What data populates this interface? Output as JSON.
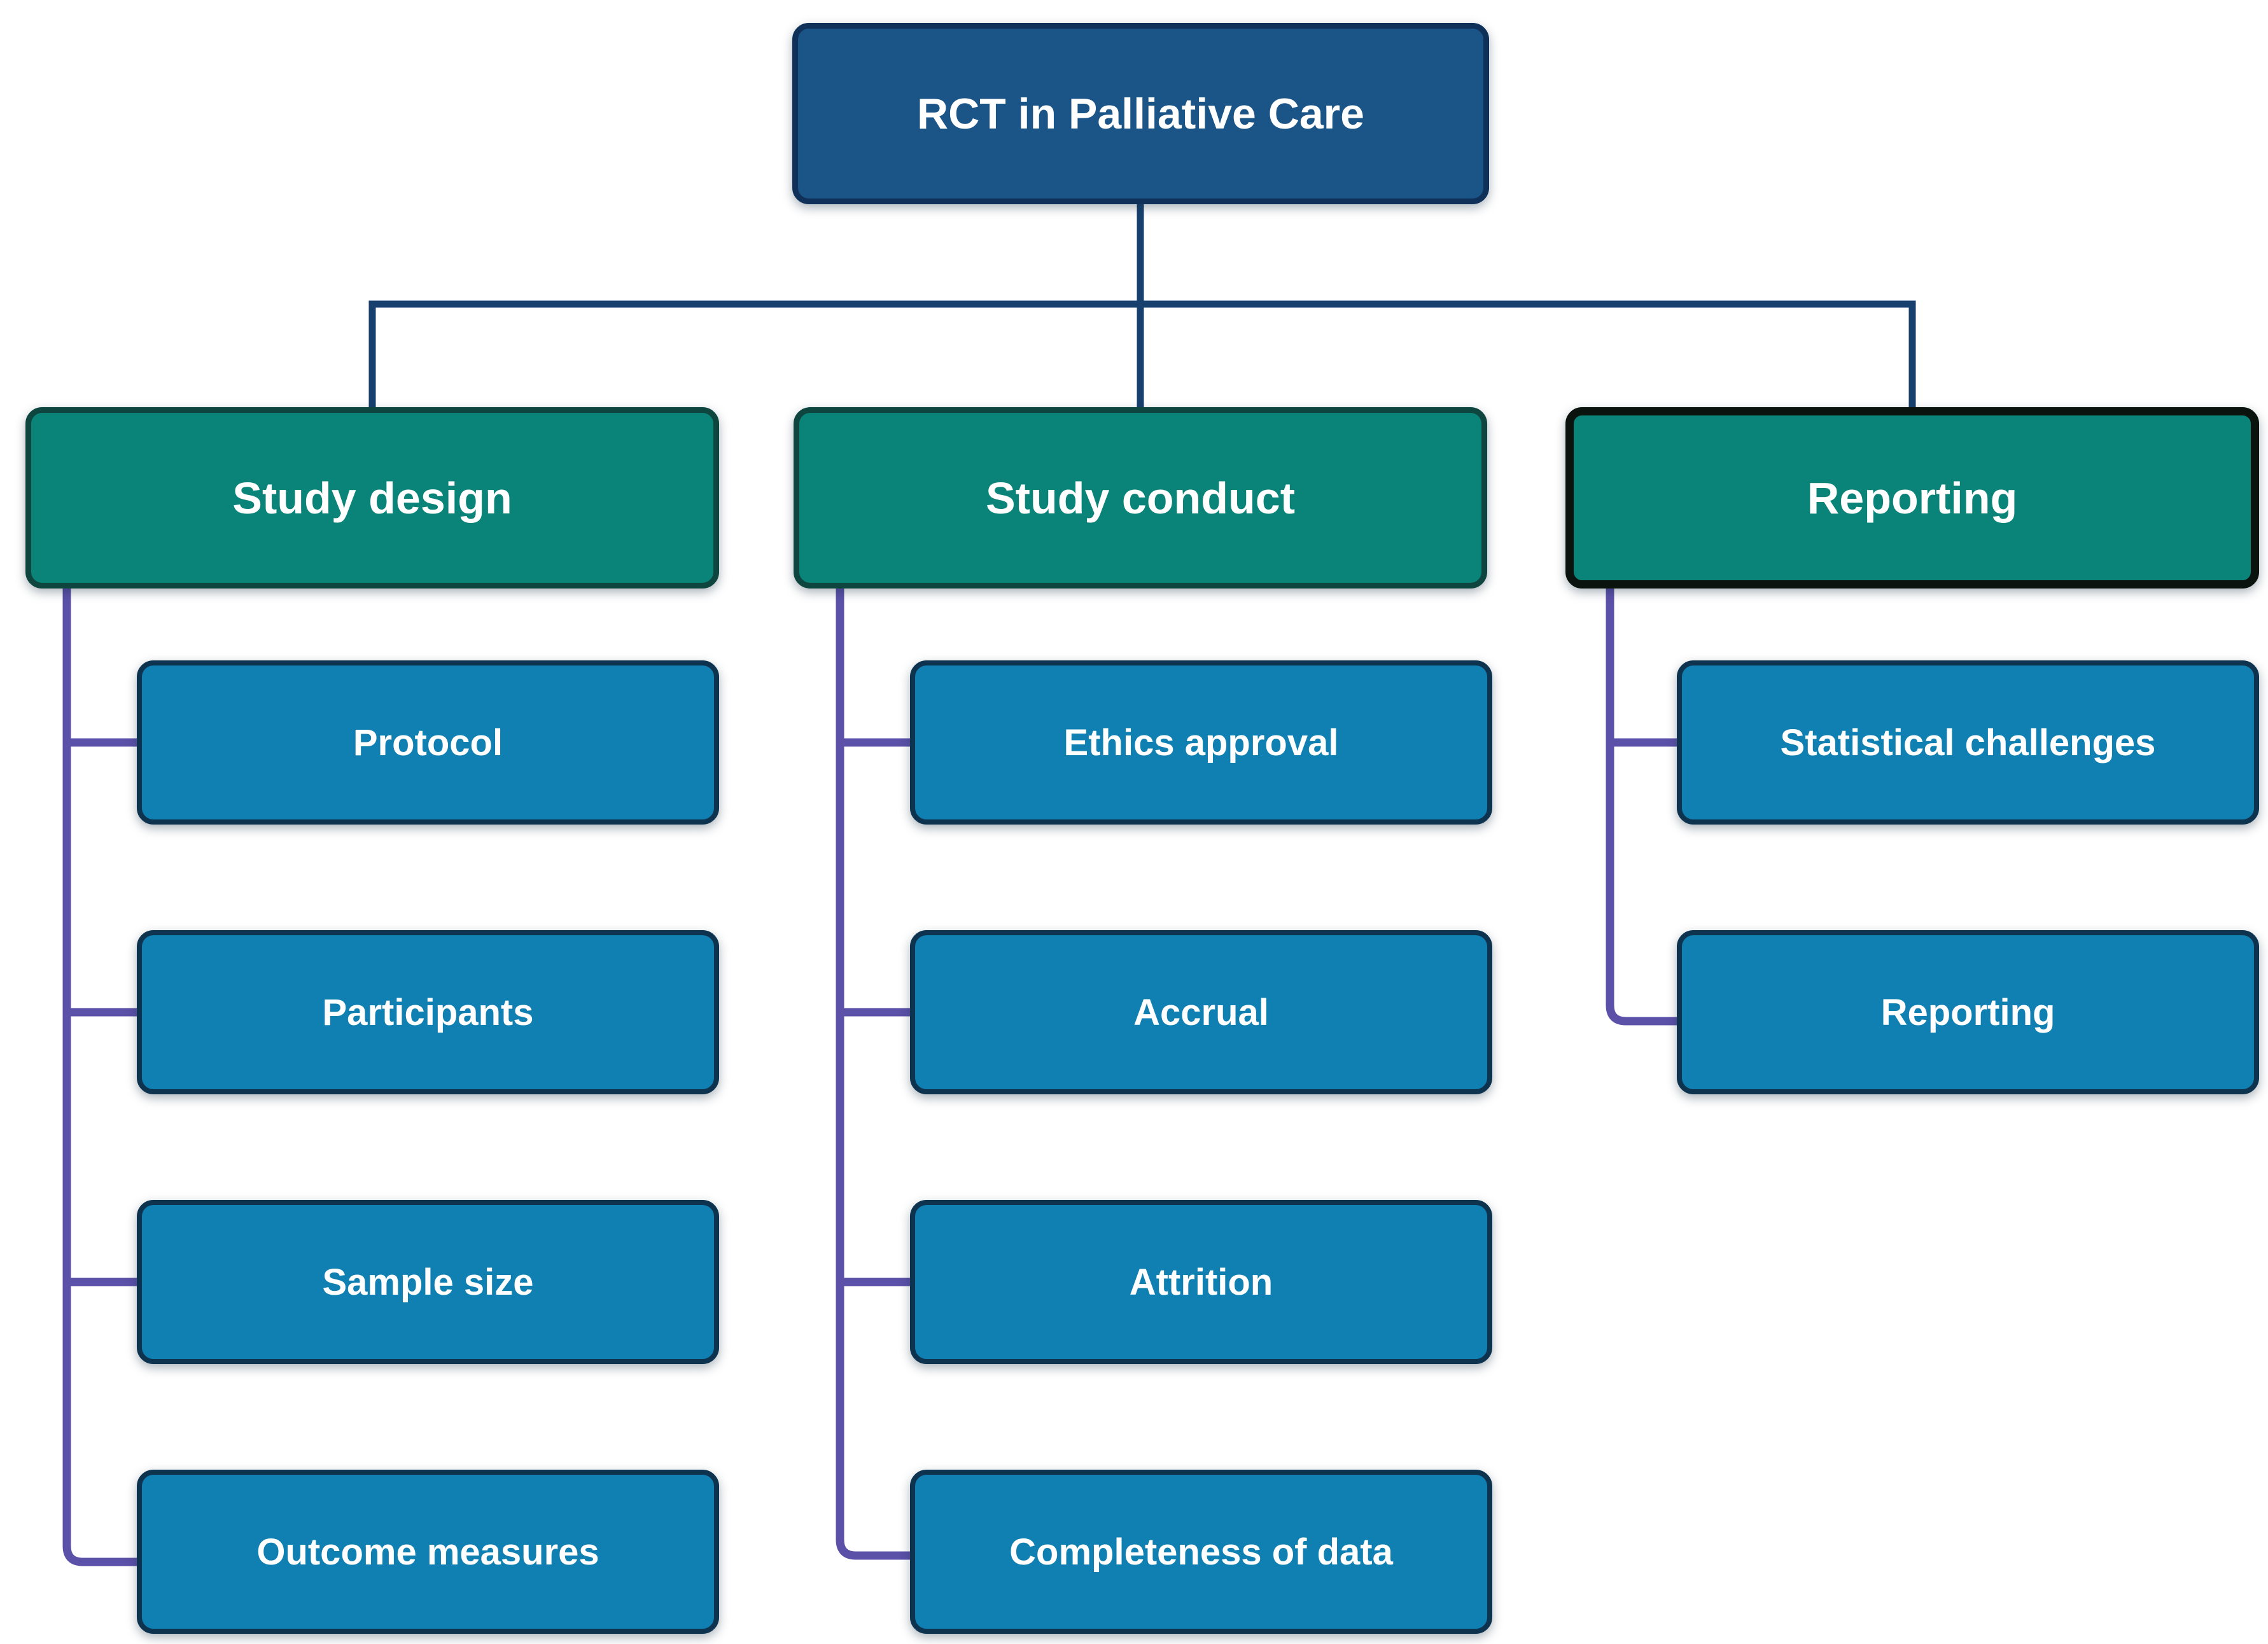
{
  "diagram": {
    "root": {
      "label": "RCT in Palliative Care"
    },
    "branches": [
      {
        "label": "Study design",
        "children": [
          "Protocol",
          "Participants",
          "Sample size",
          "Outcome measures"
        ]
      },
      {
        "label": "Study conduct",
        "children": [
          "Ethics approval",
          "Accrual",
          "Attrition",
          "Completeness of data"
        ]
      },
      {
        "label": "Reporting",
        "children": [
          "Statistical challenges",
          "Reporting"
        ]
      }
    ],
    "colors": {
      "root_fill": "#1B5486",
      "root_border": "#0F3058",
      "branch_fill": "#0A8478",
      "branch_border": "#0E453F",
      "reporting_branch_border": "#0B130F",
      "child_fill": "#1080B2",
      "child_border": "#0E334F",
      "trunk_connector": "#17406E",
      "bracket_connector": "#5B51A8",
      "text": "#FFFFFF",
      "background": "#FFFFFF"
    }
  }
}
